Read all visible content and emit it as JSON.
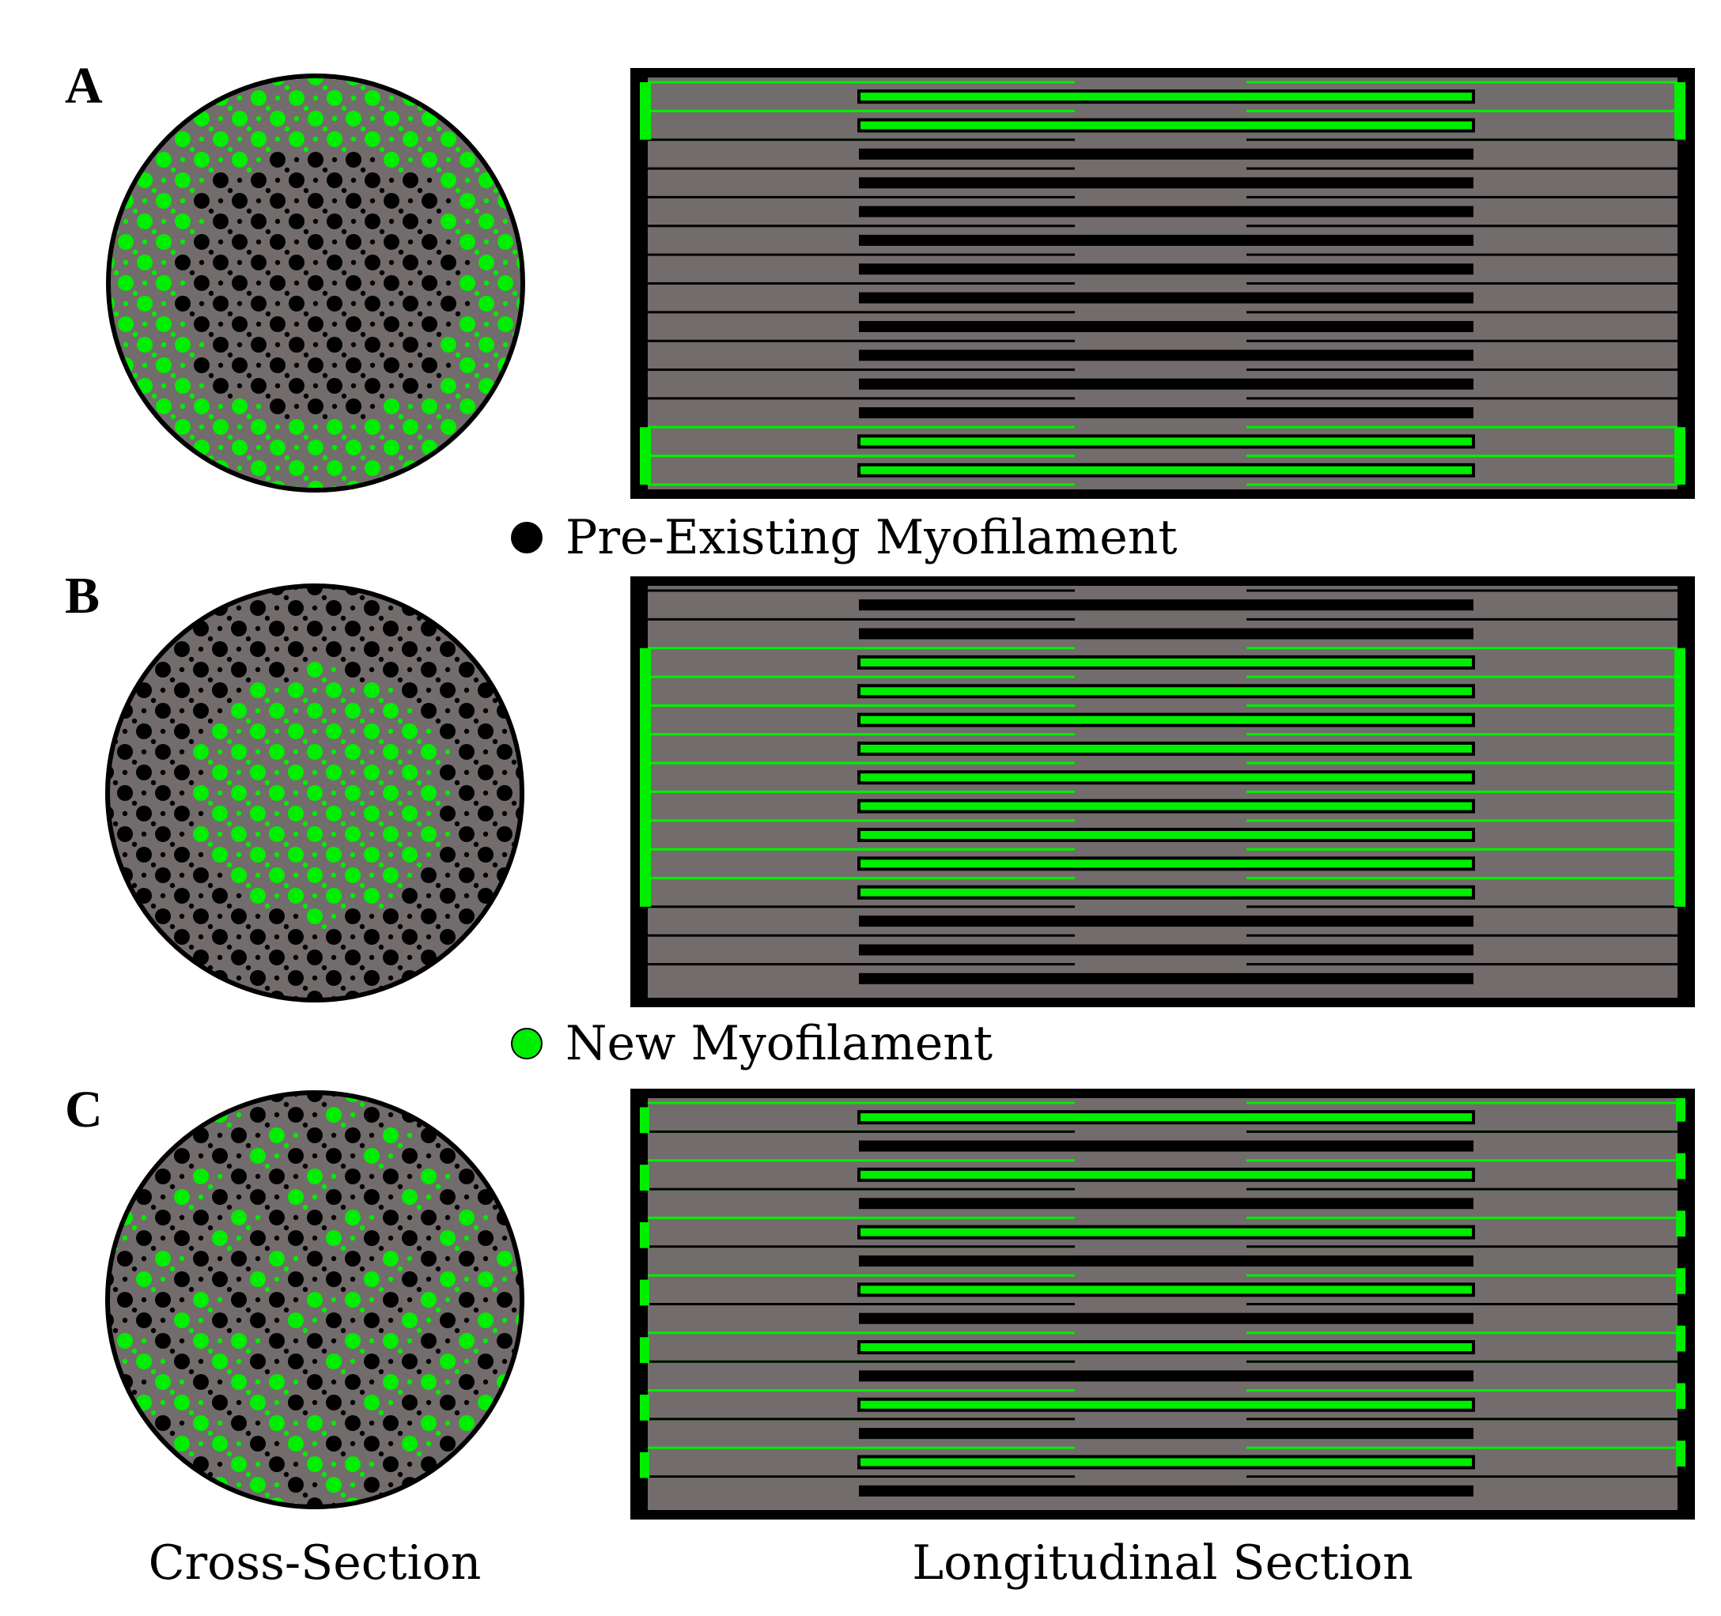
{
  "legend": {
    "pre_existing": {
      "label": "Pre-Existing Myofilament",
      "color": "#000000"
    },
    "new": {
      "label": "New Myofilament",
      "color": "#00ee00"
    }
  },
  "captions": {
    "cross_section": "Cross-Section",
    "longitudinal_section": "Longitudinal Section"
  },
  "colors": {
    "background_gray": "#736c6c",
    "outline": "#000000",
    "new_green": "#00ee00",
    "pre_existing_black": "#000000"
  },
  "panels": [
    {
      "label": "A",
      "description_pattern": "peripheral",
      "new_myofibril_rows": [
        0,
        1,
        12,
        13
      ],
      "z_disc_green_row_groups": [
        [
          0,
          1
        ],
        [
          12,
          13
        ]
      ]
    },
    {
      "label": "B",
      "description_pattern": "central",
      "new_myofibril_rows": [
        2,
        3,
        4,
        5,
        6,
        7,
        8,
        9,
        10
      ],
      "z_disc_green_row_groups": [
        [
          2,
          10
        ]
      ]
    },
    {
      "label": "C",
      "description_pattern": "interspersed",
      "new_myofibril_rows": [
        0,
        2,
        4,
        6,
        8,
        10,
        12
      ],
      "z_disc_green_row_groups": []
    }
  ]
}
